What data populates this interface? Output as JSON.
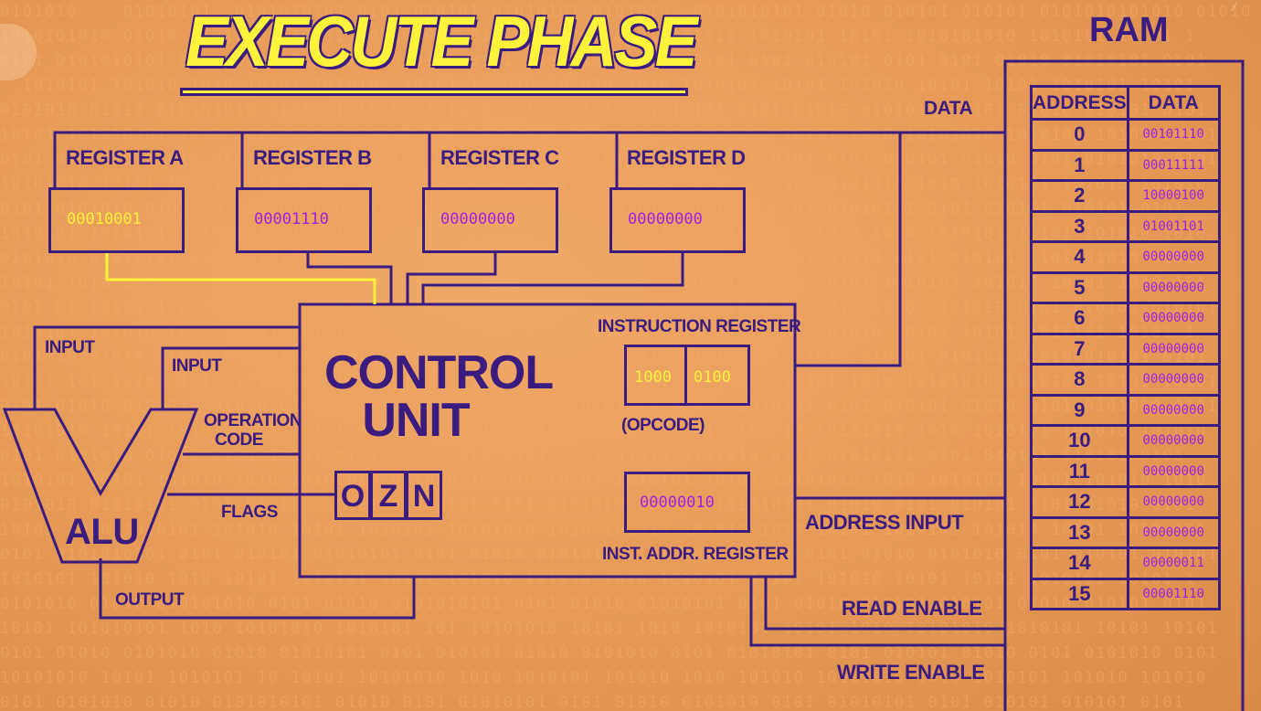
{
  "title": "EXECUTE PHASE",
  "registers": [
    {
      "label": "REGISTER A",
      "value": "00010001"
    },
    {
      "label": "REGISTER B",
      "value": "00001110"
    },
    {
      "label": "REGISTER C",
      "value": "00000000"
    },
    {
      "label": "REGISTER D",
      "value": "00000000"
    }
  ],
  "control_unit": {
    "label_line1": "CONTROL",
    "label_line2": "UNIT",
    "instruction_register_label": "INSTRUCTION REGISTER",
    "opcode": "1000",
    "operand": "0100",
    "opcode_label": "(OPCODE)",
    "inst_addr_value": "00000010",
    "inst_addr_label": "INST. ADDR. REGISTER",
    "flags": [
      "O",
      "Z",
      "N"
    ]
  },
  "alu": {
    "label": "ALU",
    "input1": "INPUT",
    "input2": "INPUT",
    "operation_code_line1": "OPERATION",
    "operation_code_line2": "CODE",
    "flags": "FLAGS",
    "output": "OUTPUT"
  },
  "bus_labels": {
    "data": "DATA",
    "address_input": "ADDRESS INPUT",
    "read_enable": "READ ENABLE",
    "write_enable": "WRITE ENABLE"
  },
  "ram": {
    "title": "RAM",
    "header_address": "ADDRESS",
    "header_data": "DATA",
    "rows": [
      {
        "address": "0",
        "data": "00101110"
      },
      {
        "address": "1",
        "data": "00011111"
      },
      {
        "address": "2",
        "data": "10000100"
      },
      {
        "address": "3",
        "data": "01001101"
      },
      {
        "address": "4",
        "data": "00000000"
      },
      {
        "address": "5",
        "data": "00000000"
      },
      {
        "address": "6",
        "data": "00000000"
      },
      {
        "address": "7",
        "data": "00000000"
      },
      {
        "address": "8",
        "data": "00000000"
      },
      {
        "address": "9",
        "data": "00000000"
      },
      {
        "address": "10",
        "data": "00000000"
      },
      {
        "address": "11",
        "data": "00000000"
      },
      {
        "address": "12",
        "data": "00000000"
      },
      {
        "address": "13",
        "data": "00000000"
      },
      {
        "address": "14",
        "data": "00000011"
      },
      {
        "address": "15",
        "data": "00001110"
      }
    ]
  },
  "colors": {
    "line": "#3a1c80",
    "active_line": "#fff23a",
    "value": "#a020e0",
    "background": "#e79a58"
  }
}
